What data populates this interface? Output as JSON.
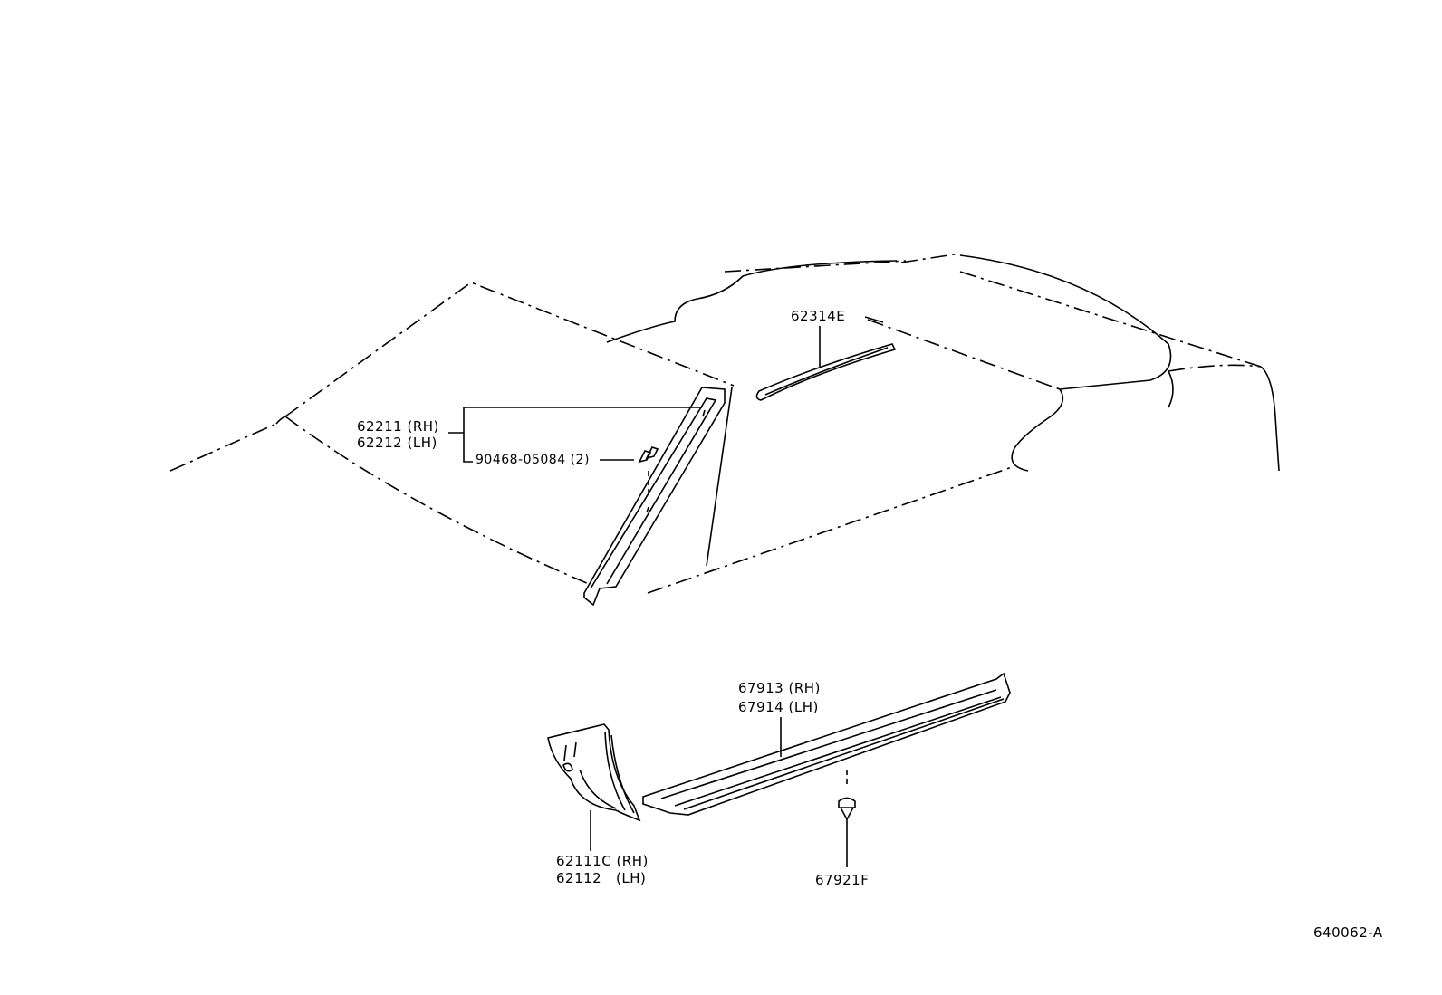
{
  "diagram": {
    "id": "640062-A",
    "parts": [
      {
        "ref": "62211",
        "side": "RH",
        "label": "62211 (RH)"
      },
      {
        "ref": "62212",
        "side": "LH",
        "label": "62212 (LH)"
      },
      {
        "ref": "90468-05084",
        "qty": "(2)",
        "label": "90468-05084 (2)"
      },
      {
        "ref": "62314E",
        "label": "62314E"
      },
      {
        "ref": "67913",
        "side": "RH",
        "label": "67913 (RH)"
      },
      {
        "ref": "67914",
        "side": "LH",
        "label": "67914 (LH)"
      },
      {
        "ref": "62111C",
        "side": "RH",
        "label": "62111C (RH)"
      },
      {
        "ref": "62112",
        "side": "LH",
        "label": "62112   (LH)"
      },
      {
        "ref": "67921F",
        "label": "67921F"
      }
    ]
  }
}
